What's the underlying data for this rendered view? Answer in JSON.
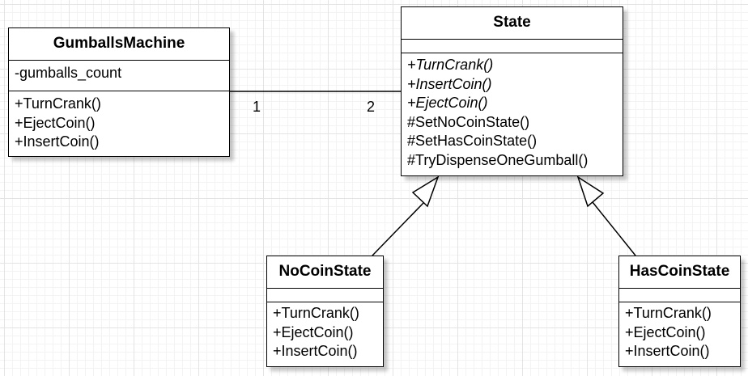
{
  "gumballs_machine": {
    "name": "GumballsMachine",
    "attributes": [
      "-gumballs_count"
    ],
    "operations": [
      "+TurnCrank()",
      "+EjectCoin()",
      "+InsertCoin()"
    ]
  },
  "state": {
    "name": "State",
    "attributes": [],
    "operations": [
      {
        "text": "+TurnCrank()",
        "abstract": true
      },
      {
        "text": "+InsertCoin()",
        "abstract": true
      },
      {
        "text": "+EjectCoin()",
        "abstract": true
      },
      {
        "text": "#SetNoCoinState()",
        "abstract": false
      },
      {
        "text": "#SetHasCoinState()",
        "abstract": false
      },
      {
        "text": "#TryDispenseOneGumball()",
        "abstract": false
      }
    ]
  },
  "no_coin_state": {
    "name": "NoCoinState",
    "operations": [
      "+TurnCrank()",
      "+EjectCoin()",
      "+InsertCoin()"
    ]
  },
  "has_coin_state": {
    "name": "HasCoinState",
    "operations": [
      "+TurnCrank()",
      "+EjectCoin()",
      "+InsertCoin()"
    ]
  },
  "association": {
    "machine_end_multiplicity": "1",
    "state_end_multiplicity": "2"
  }
}
